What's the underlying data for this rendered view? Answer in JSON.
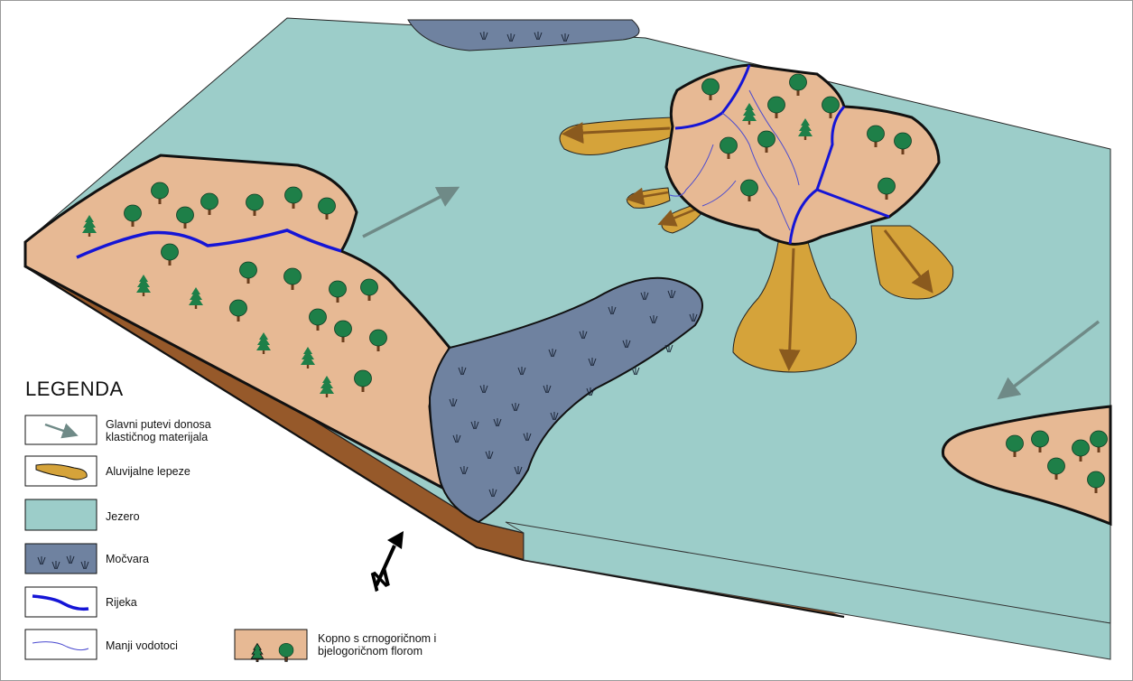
{
  "legend": {
    "title": "LEGENDA",
    "items": [
      {
        "key": "transport",
        "label": "Glavni putevi donosa klastičnog materijala"
      },
      {
        "key": "fan",
        "label": "Aluvijalne lepeze"
      },
      {
        "key": "lake",
        "label": "Jezero"
      },
      {
        "key": "swamp",
        "label": "Močvara"
      },
      {
        "key": "river",
        "label": "Rijeka"
      },
      {
        "key": "stream",
        "label": "Manji vodotoci"
      },
      {
        "key": "land",
        "label": "Kopno s crnogoričnom i bjelogoričnom florom"
      }
    ]
  },
  "north_label": "N",
  "colors": {
    "lake": "#9ccdc9",
    "land": "#e7b994",
    "swamp": "#6f82a0",
    "fan": "#d5a33a",
    "earth": "#96592a",
    "river": "#1515d6",
    "stream": "#4a4ad0",
    "tree": "#1e7f48",
    "trunk": "#6b3d1c",
    "arrow": "#6f8a87"
  }
}
